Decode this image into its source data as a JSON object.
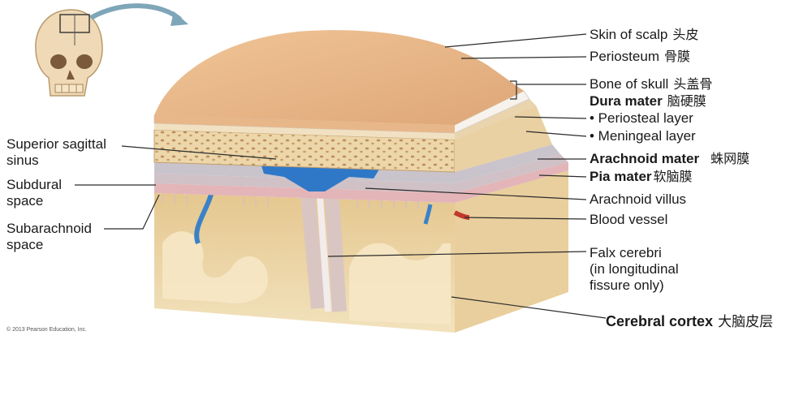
{
  "labels": {
    "skin_of_scalp": "Skin of scalp",
    "skin_of_scalp_zh": "头皮",
    "periosteum": "Periosteum",
    "periosteum_zh": "骨膜",
    "bone_of_skull": "Bone of skull",
    "bone_of_skull_zh": "头盖骨",
    "dura_mater": "Dura mater",
    "dura_mater_zh": "脑硬膜",
    "periosteal_layer": "• Periosteal layer",
    "meningeal_layer": "• Meningeal layer",
    "arachnoid_mater": "Arachnoid mater",
    "arachnoid_mater_zh": "蛛网膜",
    "pia_mater": "Pia mater",
    "pia_mater_zh": "软脑膜",
    "arachnoid_villus": "Arachnoid villus",
    "blood_vessel": "Blood vessel",
    "falx_cerebri_1": "Falx cerebri",
    "falx_cerebri_2": "(in longitudinal",
    "falx_cerebri_3": "fissure only)",
    "cerebral_cortex": "Cerebral cortex",
    "cerebral_cortex_zh": "大脑皮层",
    "superior_sagittal_1": "Superior sagittal",
    "superior_sagittal_2": "sinus",
    "subdural_1": "Subdural",
    "subdural_2": "space",
    "subarachnoid_1": "Subarachnoid",
    "subarachnoid_2": "space"
  },
  "copyright": "© 2013 Pearson Education, Inc.",
  "colors": {
    "scalp": "#e8b888",
    "periosteum": "#f4efe8",
    "bone": "#ebd3a8",
    "dura": "#d8c8c4",
    "cortex": "#e9d2a4",
    "white_matter": "#f5e6c4",
    "sinus": "#2f78c8",
    "artery": "#c0392b"
  }
}
